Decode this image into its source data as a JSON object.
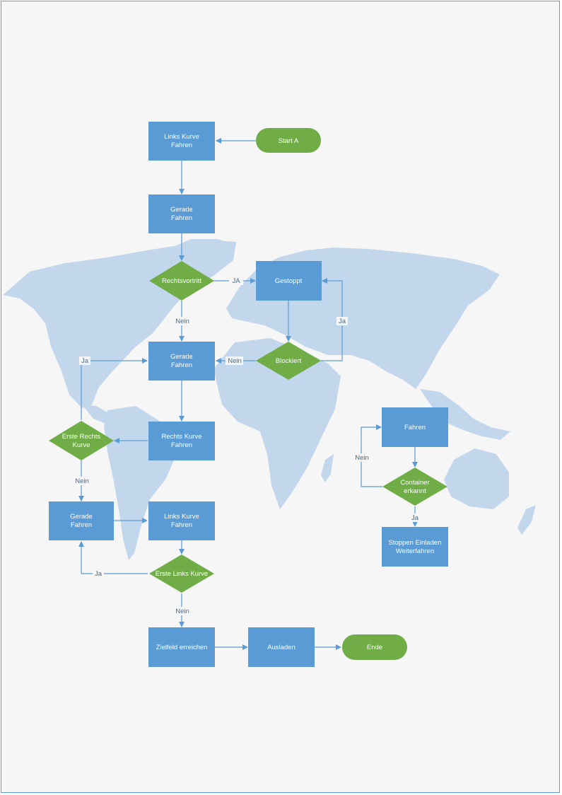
{
  "colors": {
    "page_background": "#f6f6f6",
    "page_border": "#5b9bd5",
    "process_fill": "#5b9bd5",
    "decision_fill": "#70ad47",
    "terminal_fill": "#70ad47",
    "connector": "#5b9bd5",
    "map_land": "#c2d7ec",
    "node_text": "#ffffff",
    "edge_label_text": "#4a6a8a"
  },
  "background": {
    "illustration": "world-map"
  },
  "nodes": {
    "start": {
      "line1": "Start A",
      "line2": ""
    },
    "links_kurve_1": {
      "line1": "Links Kurve",
      "line2": "Fahren"
    },
    "gerade_1": {
      "line1": "Gerade",
      "line2": "Fahren"
    },
    "rechtsvortritt": {
      "line1": "Rechtsvortritt",
      "line2": ""
    },
    "gestoppt": {
      "line1": "Gestoppt",
      "line2": ""
    },
    "blockiert": {
      "line1": "Blockiert",
      "line2": ""
    },
    "gerade_2": {
      "line1": "Gerade",
      "line2": "Fahren"
    },
    "rechts_kurve": {
      "line1": "Rechts Kurve",
      "line2": "Fahren"
    },
    "erste_rechts_kurve": {
      "line1": "Erste Rechts",
      "line2": "Kurve"
    },
    "gerade_3": {
      "line1": "Gerade",
      "line2": "Fahren"
    },
    "links_kurve_2": {
      "line1": "Links Kurve",
      "line2": "Fahren"
    },
    "erste_links_kurve": {
      "line1": "Erste Links Kurve",
      "line2": ""
    },
    "zielfeld": {
      "line1": "Zielfeld erreichen",
      "line2": ""
    },
    "ausladen": {
      "line1": "Ausladen",
      "line2": ""
    },
    "ende": {
      "line1": "Ende",
      "line2": ""
    },
    "fahren": {
      "line1": "Fahren",
      "line2": ""
    },
    "container_erkannt": {
      "line1": "Container",
      "line2": "erkannt"
    },
    "stoppen_einladen": {
      "line1": "Stoppen Einladen",
      "line2": "Weiterfahren"
    }
  },
  "edge_labels": {
    "ja_gestoppt": "JA",
    "nein_rechtsvortritt": "Nein",
    "nein_blockiert": "Nein",
    "ja_blockiert": "Ja",
    "ja_erste_rechts": "Ja",
    "nein_erste_rechts": "Nein",
    "ja_erste_links": "Ja",
    "nein_erste_links": "Nein",
    "nein_container": "Nein",
    "ja_container": "Ja"
  }
}
